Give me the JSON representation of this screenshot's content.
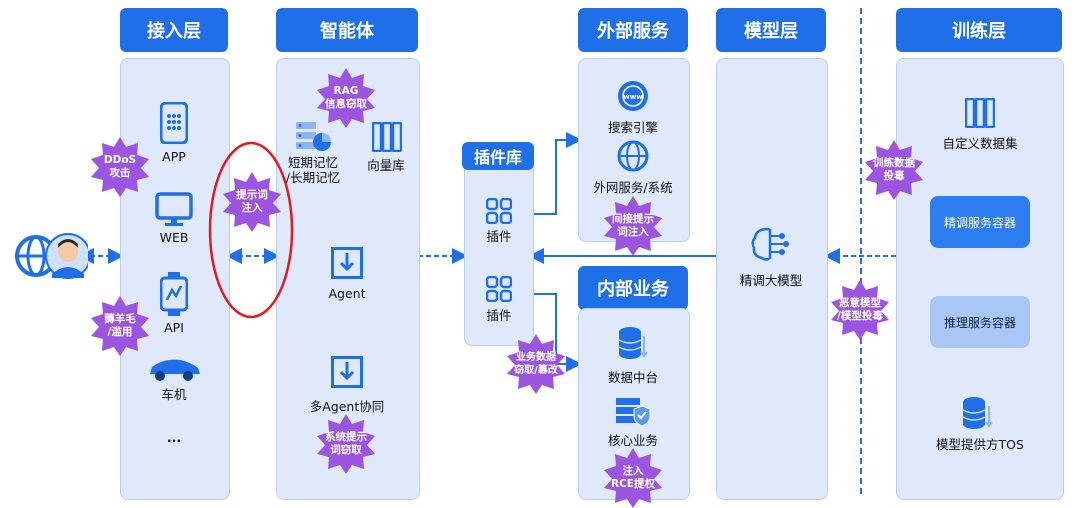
{
  "headers": {
    "access": "接入层",
    "agent": "智能体",
    "plugin": "插件库",
    "external": "外部服务",
    "internal": "内部业务",
    "model": "模型层",
    "training": "训练层"
  },
  "access": {
    "app": "APP",
    "web": "WEB",
    "api": "API",
    "car": "车机",
    "more": "..."
  },
  "agent": {
    "short_long_memory": "短期记忆\n/长期记忆",
    "vector_db": "向量库",
    "agent": "Agent",
    "multi_agent": "多Agent协同"
  },
  "plugin": {
    "item1": "插件",
    "item2": "插件"
  },
  "external": {
    "search": "搜索引擎",
    "web_service": "外网服务/系统"
  },
  "internal": {
    "data_platform": "数据中台",
    "core_business": "核心业务"
  },
  "model": {
    "finetuned": "精调大模型"
  },
  "training": {
    "dataset": "自定义数据集",
    "finetune_container": "精调服务容器",
    "inference_container": "推理服务容器",
    "model_provider": "模型提供方TOS"
  },
  "threats": {
    "ddos": "DDoS\n攻击",
    "abuse": "薅羊毛\n/滥用",
    "prompt_injection": "提示词\n注入",
    "rag_theft": "RAG\n信息窃取",
    "system_prompt_theft": "系统提示\n词窃取",
    "indirect_prompt": "间接提示\n词注入",
    "business_data": "业务数据\n窃取/篡改",
    "rce": "注入\nRCE提权",
    "training_poison": "训练数据\n投毒",
    "model_poison": "恶意模型\n/模型投毒"
  },
  "colors": {
    "primary": "#1f6fe8",
    "panel": "#dfe9fb",
    "threat": "#9b55e0",
    "highlight": "#e11b1b"
  }
}
